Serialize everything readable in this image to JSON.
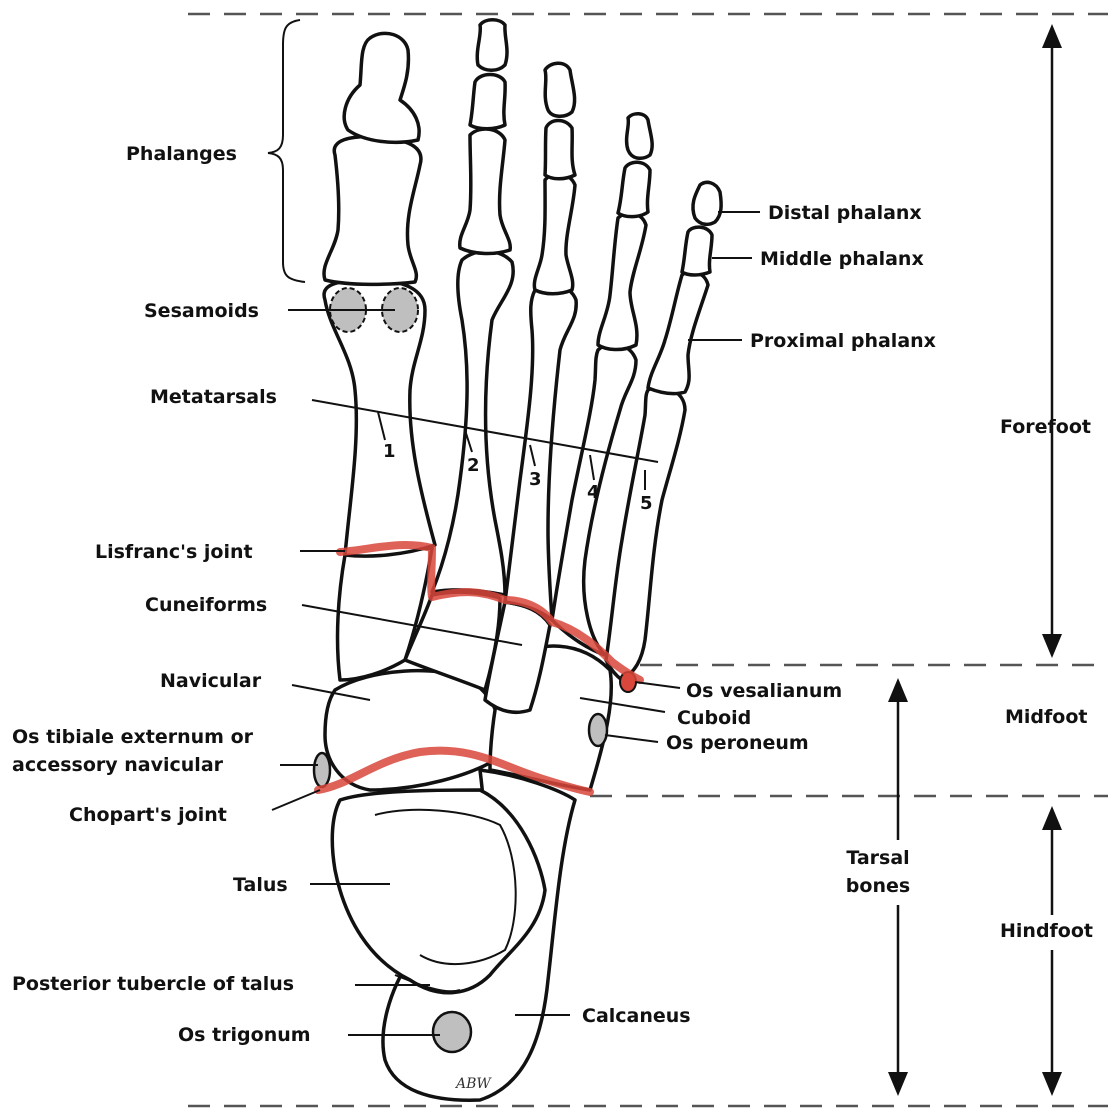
{
  "colors": {
    "joint_line": "#d9463b",
    "os_fill": "#bfbfbf",
    "line": "#111111",
    "dash": "#555555"
  },
  "labels": {
    "phalanges": "Phalanges",
    "sesamoids": "Sesamoids",
    "metatarsals": "Metatarsals",
    "lisfranc": "Lisfranc's joint",
    "cuneiforms": "Cuneiforms",
    "navicular": "Navicular",
    "os_tibiale_line1": "Os tibiale externum or",
    "os_tibiale_line2": "accessory navicular",
    "chopart": "Chopart's joint",
    "talus": "Talus",
    "posterior_tubercle": "Posterior tubercle of talus",
    "os_trigonum": "Os trigonum",
    "calcaneus": "Calcaneus",
    "distal_phalanx": "Distal phalanx",
    "middle_phalanx": "Middle phalanx",
    "proximal_phalanx": "Proximal phalanx",
    "os_vesalianum": "Os vesalianum",
    "cuboid": "Cuboid",
    "os_peroneum": "Os peroneum"
  },
  "regions": {
    "forefoot": "Forefoot",
    "midfoot": "Midfoot",
    "hindfoot": "Hindfoot",
    "tarsal_line1": "Tarsal",
    "tarsal_line2": "bones"
  },
  "metatarsal_numbers": [
    "1",
    "2",
    "3",
    "4",
    "5"
  ],
  "signature": "ABW"
}
